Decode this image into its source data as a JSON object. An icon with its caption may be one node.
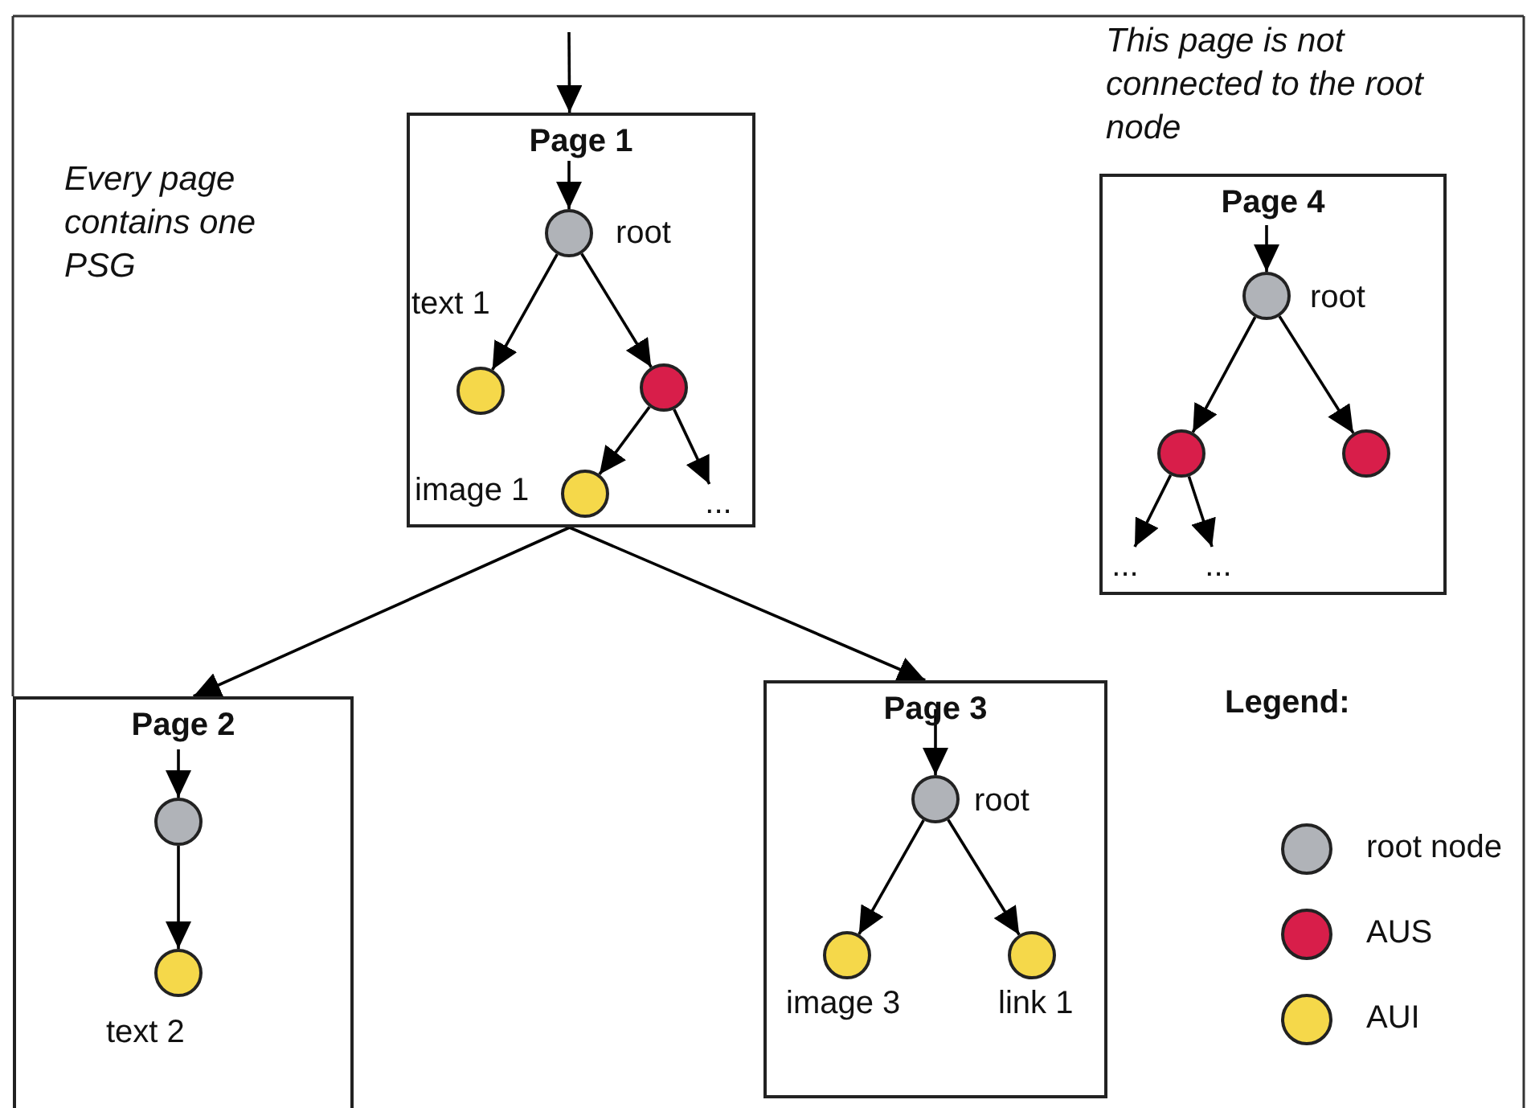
{
  "diagram": {
    "nodes": [
      {
        "text": [
          "Page 1"
        ]
      },
      {
        "text": [],
        "shape": "circle",
        "in": 0,
        "beside": [
          "root"
        ]
      },
      {
        "text": [],
        "shape": "circle",
        "in": 0,
        "beside": [
          "text 1"
        ]
      },
      {
        "text": [],
        "shape": "circle",
        "in": 0
      },
      {
        "text": [],
        "shape": "circle",
        "in": 0,
        "beside": [
          "image 1"
        ]
      },
      {
        "text": [
          "..."
        ],
        "in": 0
      },
      {
        "text": [
          "Page 4"
        ]
      },
      {
        "text": [],
        "shape": "circle",
        "in": 6,
        "beside": [
          "root"
        ]
      },
      {
        "text": [],
        "shape": "circle",
        "in": 6
      },
      {
        "text": [],
        "shape": "circle",
        "in": 6
      },
      {
        "text": [
          "..."
        ],
        "in": 6
      },
      {
        "text": [
          "..."
        ],
        "in": 6
      },
      {
        "text": [
          "Page 2"
        ]
      },
      {
        "text": [],
        "shape": "circle",
        "in": 12
      },
      {
        "text": [],
        "shape": "circle",
        "in": 12,
        "beside": [
          "text 2"
        ]
      },
      {
        "text": [
          "Page 3"
        ]
      },
      {
        "text": [],
        "shape": "circle",
        "in": 15,
        "beside": [
          "root"
        ]
      },
      {
        "text": [],
        "shape": "circle",
        "in": 15,
        "beside": [
          "image 3"
        ]
      },
      {
        "text": [],
        "shape": "circle",
        "in": 15,
        "beside": [
          "link 1"
        ]
      }
    ],
    "edges": [
      {
        "from": null,
        "to": 0,
        "arrow": "to"
      },
      {
        "from": null,
        "to": 1,
        "arrow": "to"
      },
      {
        "from": 1,
        "to": 2,
        "arrow": "to"
      },
      {
        "from": 1,
        "to": 3,
        "arrow": "to"
      },
      {
        "from": 3,
        "to": 4,
        "arrow": "to"
      },
      {
        "from": 3,
        "to": 5,
        "arrow": "to"
      },
      {
        "from": 0,
        "to": 12,
        "arrow": "to"
      },
      {
        "from": 0,
        "to": 15,
        "arrow": "to"
      },
      {
        "from": null,
        "to": 7,
        "arrow": "to"
      },
      {
        "from": 7,
        "to": 8,
        "arrow": "to"
      },
      {
        "from": 7,
        "to": 9,
        "arrow": "to"
      },
      {
        "from": 8,
        "to": 10,
        "arrow": "to"
      },
      {
        "from": 8,
        "to": 11,
        "arrow": "to"
      },
      {
        "from": null,
        "to": 13,
        "arrow": "to"
      },
      {
        "from": 13,
        "to": 14,
        "arrow": "to"
      },
      {
        "from": null,
        "to": 16,
        "arrow": "to"
      },
      {
        "from": 16,
        "to": 17,
        "arrow": "to"
      },
      {
        "from": 16,
        "to": 18,
        "arrow": "to"
      }
    ],
    "labels": [
      "Every page contains one PSG",
      "This page is not connected to the root node",
      "Legend:"
    ],
    "legend": [
      {
        "text": "root node",
        "color": "#b0b3b8"
      },
      {
        "text": "AUS",
        "color": "#d81e4a"
      },
      {
        "text": "AUI",
        "color": "#f5d84a"
      }
    ]
  }
}
